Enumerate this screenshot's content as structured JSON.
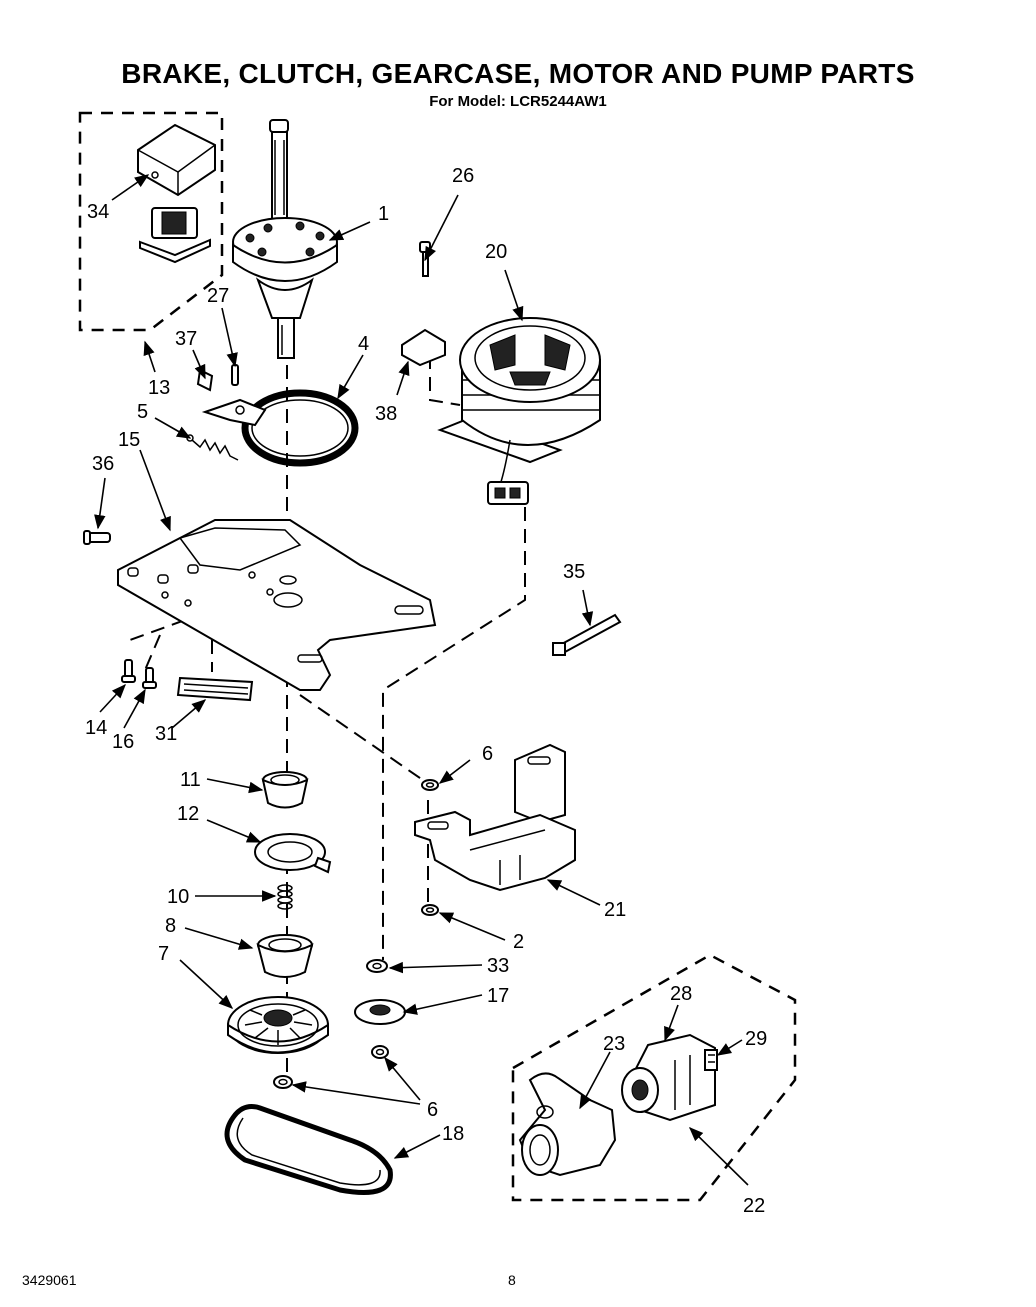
{
  "header": {
    "title": "BRAKE, CLUTCH, GEARCASE, MOTOR AND PUMP PARTS",
    "subtitle": "For Model: LCR5244AW1"
  },
  "footer": {
    "doc_number": "3429061",
    "page_number": "8"
  },
  "callouts": {
    "c1": "1",
    "c2": "2",
    "c4": "4",
    "c5": "5",
    "c6a": "6",
    "c6b": "6",
    "c7": "7",
    "c8": "8",
    "c10": "10",
    "c11": "11",
    "c12": "12",
    "c13": "13",
    "c14": "14",
    "c15": "15",
    "c16": "16",
    "c17": "17",
    "c18": "18",
    "c20": "20",
    "c21": "21",
    "c22": "22",
    "c23": "23",
    "c26": "26",
    "c27": "27",
    "c28": "28",
    "c29": "29",
    "c31": "31",
    "c33": "33",
    "c34": "34",
    "c35": "35",
    "c36": "36",
    "c37": "37",
    "c38": "38"
  }
}
